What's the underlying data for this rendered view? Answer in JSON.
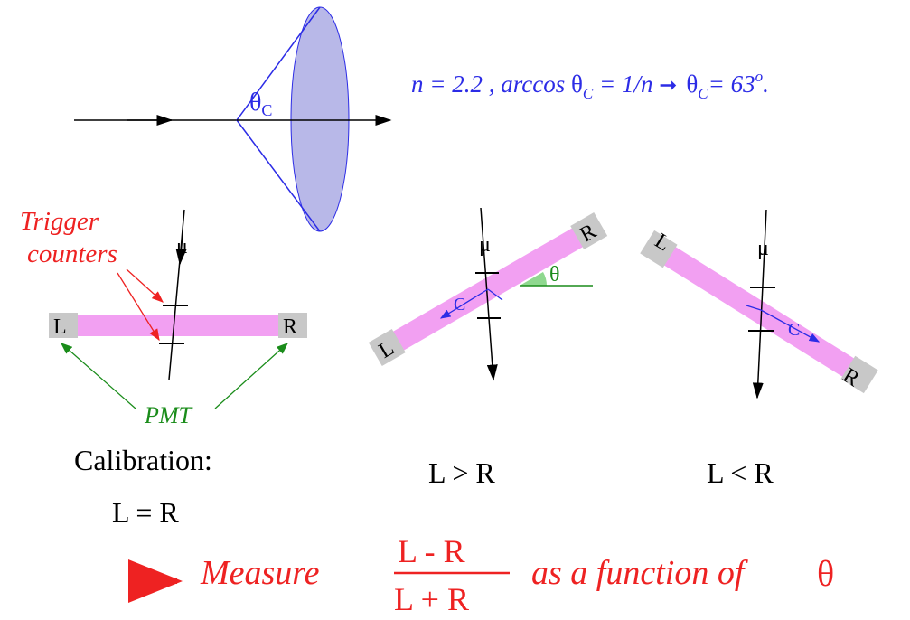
{
  "cone": {
    "angle_label": "θ",
    "angle_sub": "C"
  },
  "formula": {
    "text_n": "n = 2.2 , arccos ",
    "theta": "θ",
    "sub_c": "C",
    "eq": " = 1/n ",
    "arrow": "➞",
    "theta2": "θ",
    "sub_c2": "C",
    "eq2": "= 63",
    "sup_o": "o",
    "tail": "."
  },
  "trigger_label_line1": "Trigger",
  "trigger_label_line2": "counters",
  "pmt_label": "PMT",
  "muon_symbol": "μ",
  "cherenkov_symbol": "C",
  "theta_symbol": "θ",
  "end_left": "L",
  "end_right": "R",
  "captions": {
    "calibration_line1": "Calibration:",
    "calibration_line2": "L = R",
    "case_tilt_up": "L > R",
    "case_tilt_down": "L < R"
  },
  "bottom": {
    "arrow": "➞",
    "measure": "Measure",
    "numerator": "L - R",
    "denominator": "L + R",
    "as_function": "as a function of",
    "theta": "θ"
  },
  "colors": {
    "blue": "#2c2ce6",
    "red": "#ee2222",
    "green": "#1a8c1a",
    "bar_pink": "#f2a0f2",
    "cone_fill": "#b8b8e8",
    "end_gray": "#c8c8c8"
  }
}
